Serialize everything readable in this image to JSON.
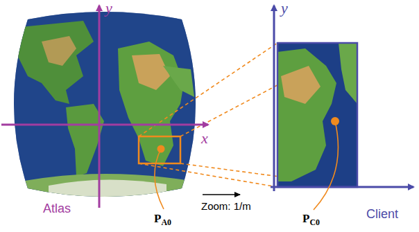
{
  "diagram": {
    "labels": [
      "y",
      "x",
      "Atlas",
      "PA0",
      "Zoom: 1/m",
      "y",
      "PC0",
      "Client"
    ]
  }
}
